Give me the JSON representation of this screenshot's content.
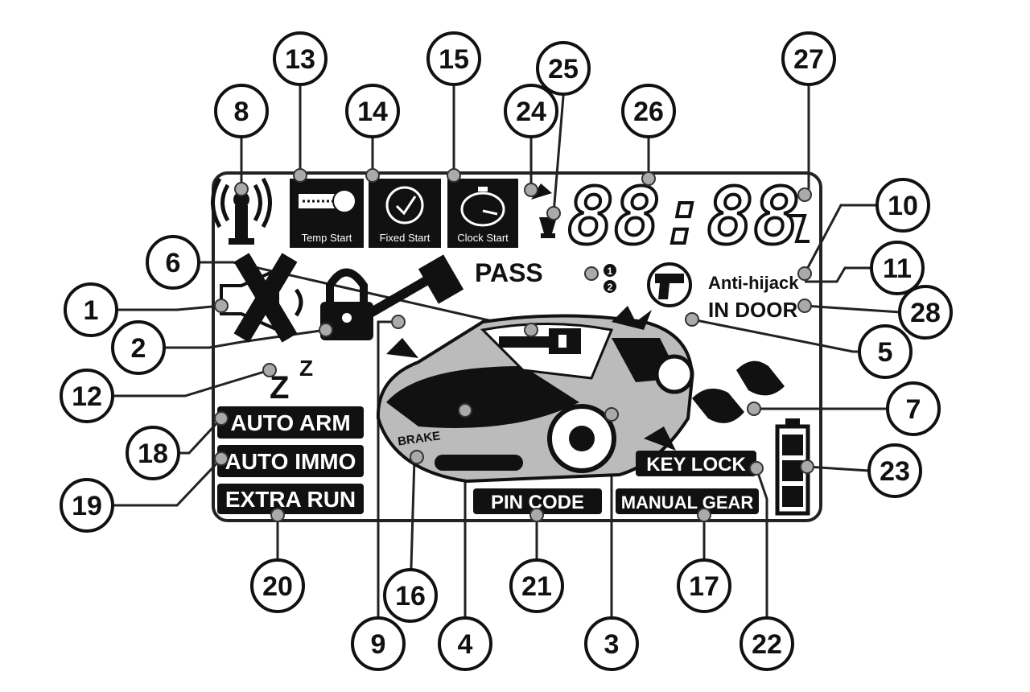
{
  "display": {
    "start_badges": {
      "temp_start": "Temp Start",
      "fixed_start": "Fixed Start",
      "clock_start": "Clock Start"
    },
    "clock_digits": "88:88",
    "pass": {
      "text": "PASS",
      "slot_1": "1",
      "slot_2": "2"
    },
    "anti_hijack": "Anti-hijack",
    "in_door": "IN DOOR",
    "sleep": {
      "big": "Z",
      "small": "Z"
    },
    "brake": "BRAKE",
    "labels": {
      "auto_arm": "AUTO ARM",
      "auto_immo": "AUTO IMMO",
      "extra_run": "EXTRA RUN",
      "pin_code": "PIN CODE",
      "manual_gear": "MANUAL GEAR",
      "key_lock": "KEY LOCK"
    }
  },
  "callouts": [
    "1",
    "2",
    "3",
    "4",
    "5",
    "6",
    "7",
    "8",
    "9",
    "10",
    "11",
    "12",
    "13",
    "14",
    "15",
    "16",
    "17",
    "18",
    "19",
    "20",
    "21",
    "22",
    "23",
    "24",
    "25",
    "26",
    "27",
    "28"
  ]
}
